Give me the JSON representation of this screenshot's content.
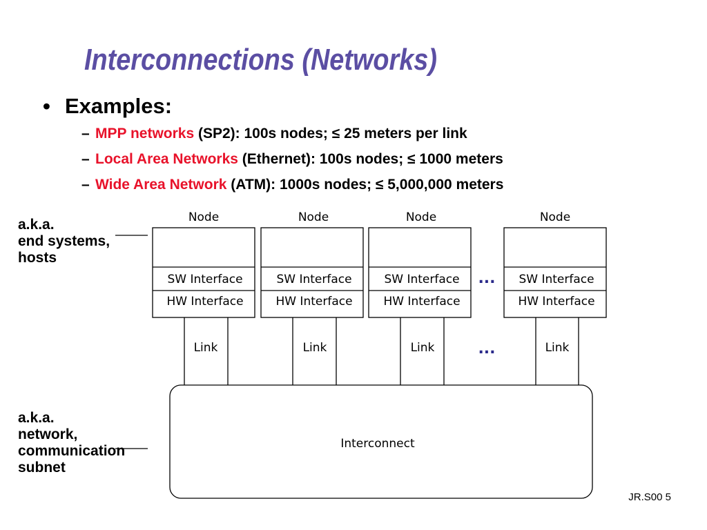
{
  "slide": {
    "title": "Interconnections (Networks)",
    "bullet": "Examples:",
    "bullet_marker": "•",
    "dash": "–",
    "examples": [
      {
        "highlight": "MPP networks",
        "rest": " (SP2): 100s nodes; ≤ 25 meters per link"
      },
      {
        "highlight": "Local Area Networks",
        "rest": " (Ethernet): 100s nodes; ≤ 1000 meters"
      },
      {
        "highlight": "Wide Area Network",
        "rest": " (ATM): 1000s nodes; ≤ 5,000,000 meters"
      }
    ],
    "aka_hosts": [
      "a.k.a.",
      "end systems,",
      "hosts"
    ],
    "aka_network": [
      "a.k.a.",
      "network,",
      "communication",
      "subnet"
    ],
    "footer": "JR.S00 5",
    "highlight_color": "#e8122a",
    "title_color": "#5b4ea3"
  },
  "diagram": {
    "node_label": "Node",
    "sw_label": "SW Interface",
    "hw_label": "HW Interface",
    "link_label": "Link",
    "interconnect_label": "Interconnect",
    "ellipsis": "...",
    "node_count": 4
  }
}
